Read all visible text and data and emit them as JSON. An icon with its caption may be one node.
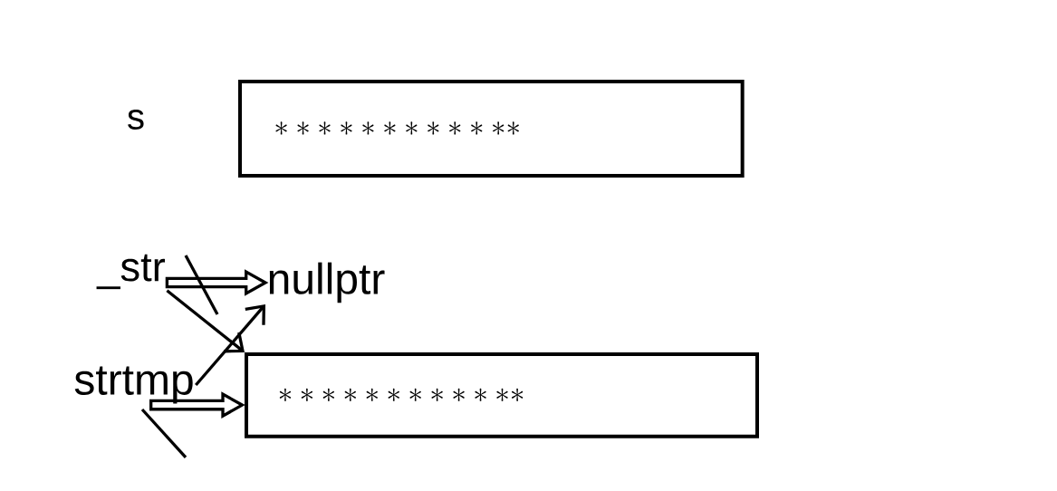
{
  "diagram": {
    "nodes": [
      {
        "text": [
          "************"
        ],
        "beside": [
          "s"
        ]
      },
      {
        "text": [
          "_str"
        ]
      },
      {
        "text": [
          "nullptr"
        ]
      },
      {
        "text": [
          "strtmp"
        ]
      },
      {
        "text": [
          "************"
        ]
      }
    ],
    "edges": [
      {
        "from": 1,
        "to": 2,
        "arrow": "to",
        "style": "thick"
      },
      {
        "from": 1,
        "to": 4,
        "arrow": "to"
      },
      {
        "from": 3,
        "to": 2,
        "arrow": "to"
      },
      {
        "from": 3,
        "to": 4,
        "arrow": "to",
        "style": "thick"
      }
    ]
  }
}
